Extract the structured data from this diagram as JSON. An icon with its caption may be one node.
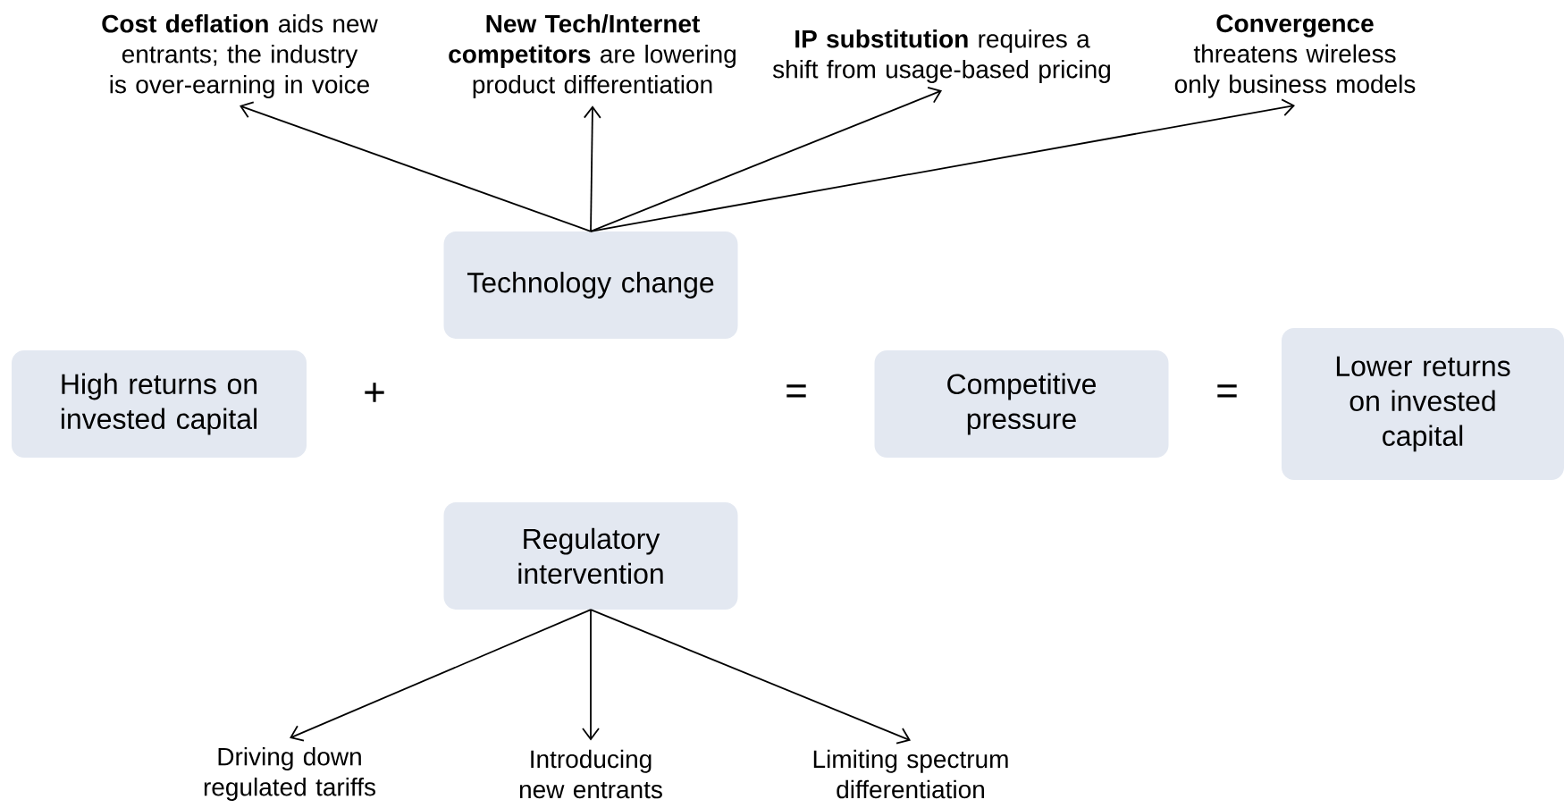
{
  "diagram": {
    "nodes": [
      {
        "text": [
          "High returns on invested capital"
        ]
      },
      {
        "text": [
          "Technology change"
        ]
      },
      {
        "text": [
          "Regulatory intervention"
        ]
      },
      {
        "text": [
          "Competitive pressure"
        ]
      },
      {
        "text": [
          "Lower returns on invested capital"
        ]
      },
      {
        "text": [
          "**Cost deflation** aids new entrants; the industry is over-earning in voice"
        ]
      },
      {
        "text": [
          "**New Tech/Internet competitors** are lowering product differentiation"
        ]
      },
      {
        "text": [
          "**IP substitution** requires a shift from usage-based pricing"
        ]
      },
      {
        "text": [
          "**Convergence** threatens wireless only business models"
        ]
      },
      {
        "text": [
          "Driving down regulated tariffs"
        ]
      },
      {
        "text": [
          "Introducing new entrants"
        ]
      },
      {
        "text": [
          "Limiting spectrum differentiation"
        ]
      }
    ],
    "edges": [
      {
        "from": 1,
        "to": 5,
        "arrow": "to"
      },
      {
        "from": 1,
        "to": 6,
        "arrow": "to"
      },
      {
        "from": 1,
        "to": 7,
        "arrow": "to"
      },
      {
        "from": 1,
        "to": 8,
        "arrow": "to"
      },
      {
        "from": 2,
        "to": 9,
        "arrow": "to"
      },
      {
        "from": 2,
        "to": 10,
        "arrow": "to"
      },
      {
        "from": 2,
        "to": 11,
        "arrow": "to"
      }
    ],
    "labels": [
      "+",
      "=",
      "="
    ]
  }
}
